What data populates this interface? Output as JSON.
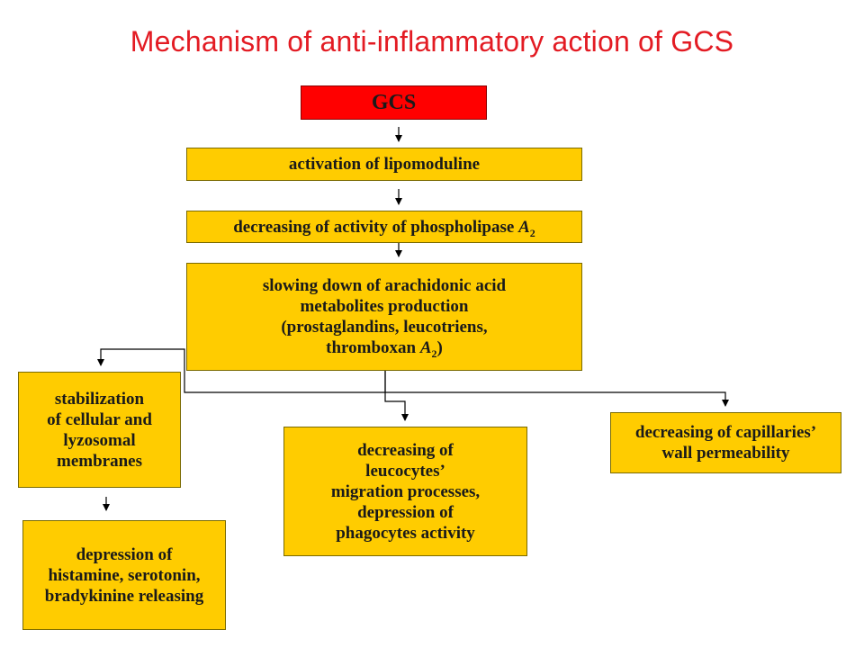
{
  "title": "Mechanism of anti-inflammatory action of GCS",
  "colors": {
    "title": "#e31b23",
    "box_fill": "#ffcc00",
    "root_fill": "#ff0000",
    "connector": "#000000"
  },
  "nodes": {
    "gcs": {
      "lines": [
        "GCS"
      ]
    },
    "lipomoduline": {
      "lines": [
        "activation of lipomoduline"
      ]
    },
    "phospholipase": {
      "lines": [
        "decreasing of activity of phospholipase "
      ],
      "symbol": "A",
      "subscript": "2"
    },
    "arachidonic": {
      "lines": [
        "slowing down of arachidonic acid",
        "metabolites production",
        "(prostaglandins, leucotriens,"
      ],
      "last_prefix": "thromboxan ",
      "symbol": "A",
      "subscript": "2",
      "last_suffix": ")"
    },
    "membranes": {
      "lines": [
        "stabilization",
        "of cellular and",
        "lyzosomal",
        "membranes"
      ]
    },
    "leucocytes": {
      "lines": [
        "decreasing of",
        "leucocytes’",
        "migration processes,",
        "depression of",
        "phagocytes activity"
      ]
    },
    "capillaries": {
      "lines": [
        "decreasing of capillaries’",
        "wall permeability"
      ]
    },
    "histamine": {
      "lines": [
        "depression of",
        "histamine, serotonin,",
        "bradykinine releasing"
      ]
    }
  }
}
